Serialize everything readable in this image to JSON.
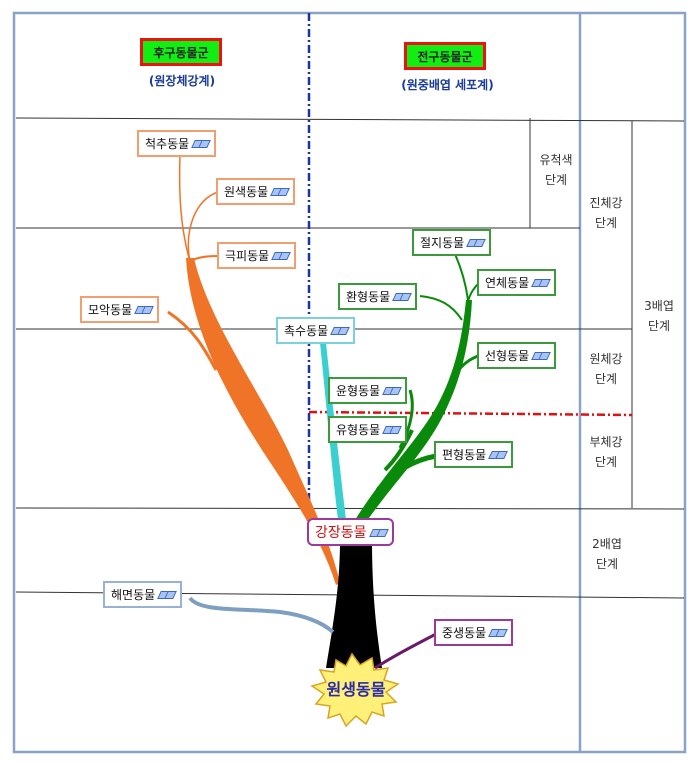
{
  "diagram": {
    "groups": {
      "left": {
        "title": "후구동물군",
        "subtitle": "(원장체강계)"
      },
      "right": {
        "title": "전구동물군",
        "subtitle": "(원중배엽 세포계)"
      }
    },
    "nodes": {
      "chordata": "척추동물",
      "urochordata": "원색동물",
      "echinodermata": "극피동물",
      "chaetognatha": "모악동물",
      "hemichordata": "촉수동물",
      "arthropoda": "절지동물",
      "annelida": "환형동물",
      "mollusca": "연체동물",
      "nematoda": "선형동물",
      "rotifera": "윤형동물",
      "nemertea": "유형동물",
      "platyhelminthes": "편형동물",
      "coelenterata": "강장동물",
      "porifera": "해면동물",
      "mesozoa": "중생동물",
      "protozoa": "원생동물"
    },
    "stages": {
      "eucoelom_inner": "유척색\n단계",
      "eucoelom": "진체강\n단계",
      "triploblastic": "3배엽\n단계",
      "protocoelom": "원체강\n단계",
      "pseudocoelom": "부체강\n단계",
      "diploblastic": "2배엽\n단계"
    },
    "colors": {
      "deuterostome_branch": "#f07428",
      "protostome_branch": "#0a8a0a",
      "lophophorate_branch": "#3ccfd0",
      "trunk": "#000000",
      "porifera_branch": "#7f9fc0",
      "mesozoa_branch": "#6a1a6a",
      "divider_line": "#1a33aa",
      "pseudocoelom_line": "#dd1111",
      "frame": "#8aa2c8"
    }
  }
}
